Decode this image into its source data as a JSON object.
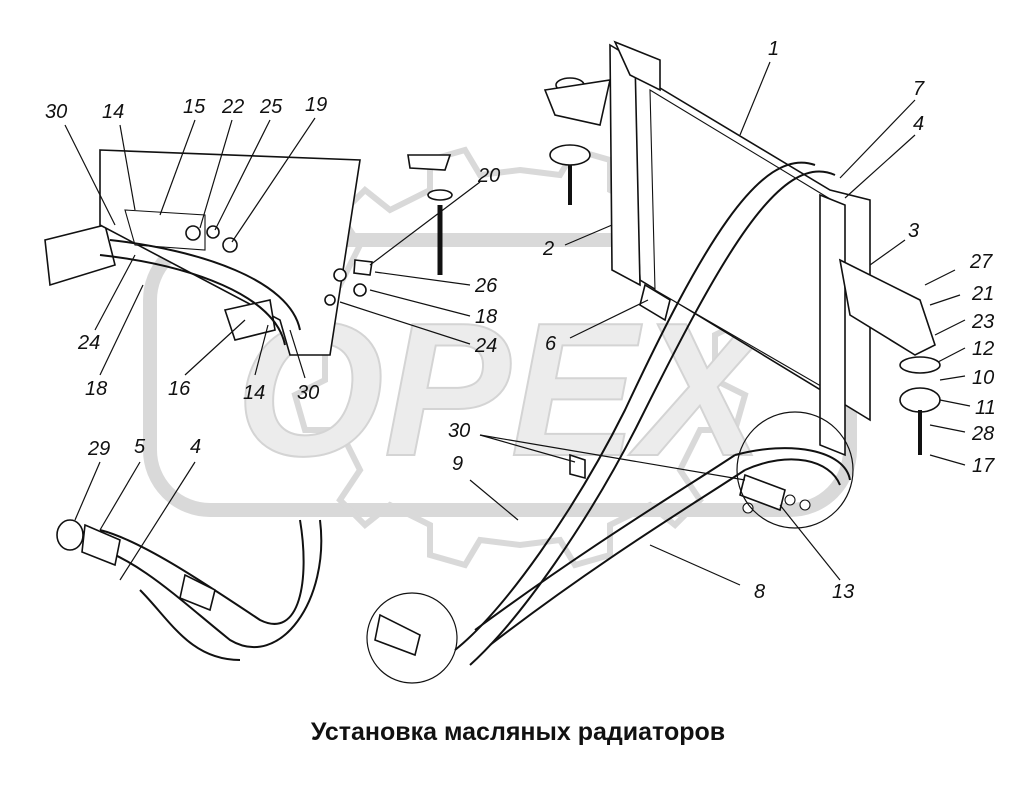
{
  "caption": "Установка масляных радиаторов",
  "watermark": "OPEX",
  "callouts": [
    "1",
    "2",
    "3",
    "4",
    "5",
    "6",
    "7",
    "8",
    "9",
    "10",
    "11",
    "12",
    "13",
    "14",
    "15",
    "16",
    "17",
    "18",
    "19",
    "20",
    "21",
    "22",
    "23",
    "24",
    "25",
    "26",
    "27",
    "28",
    "29",
    "30"
  ]
}
